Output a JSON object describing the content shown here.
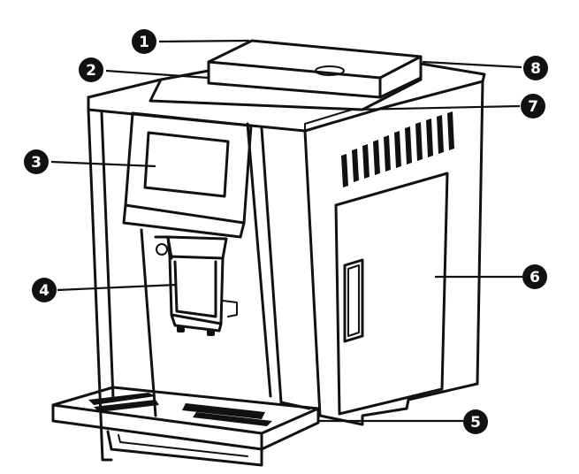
{
  "callouts": [
    {
      "id": "1",
      "label": "1"
    },
    {
      "id": "2",
      "label": "2"
    },
    {
      "id": "3",
      "label": "3"
    },
    {
      "id": "4",
      "label": "4"
    },
    {
      "id": "5",
      "label": "5"
    },
    {
      "id": "6",
      "label": "6"
    },
    {
      "id": "7",
      "label": "7"
    },
    {
      "id": "8",
      "label": "8"
    }
  ],
  "icons": {
    "machine": "coffee-machine-line-drawing"
  }
}
